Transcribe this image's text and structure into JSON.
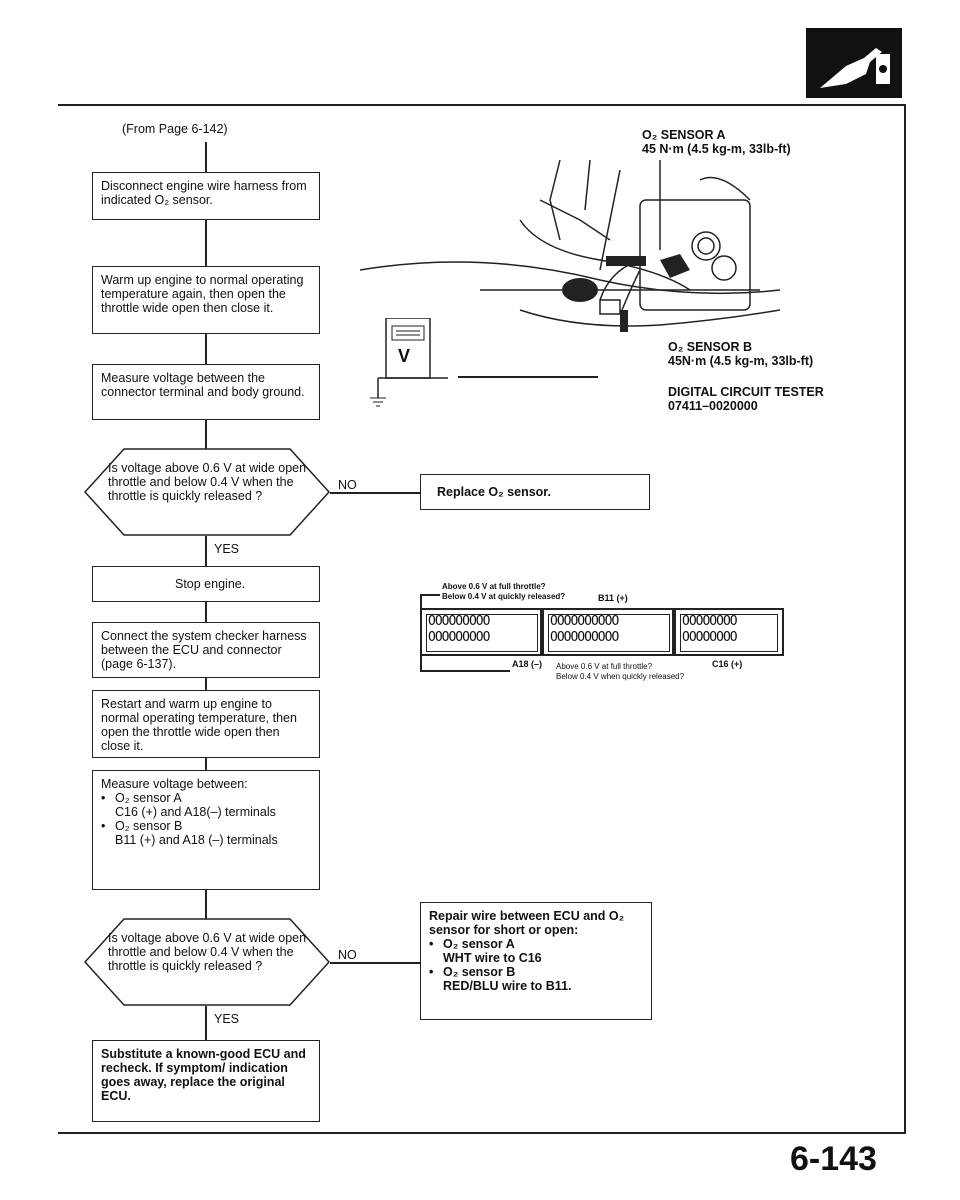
{
  "page": {
    "number": "6-143",
    "from_page": "(From Page 6-142)"
  },
  "flow": {
    "step1": "Disconnect engine wire harness from indicated O₂ sensor.",
    "step2": "Warm up engine to normal operating temperature again, then open the throttle wide open then close it.",
    "step3": "Measure voltage between the connector terminal and body ground.",
    "decision1": "Is voltage above 0.6 V at wide open throttle and below 0.4 V when the throttle is quickly released ?",
    "decision1_no": "NO",
    "decision1_yes": "YES",
    "no_result1": "Replace O₂ sensor.",
    "step4": "Stop engine.",
    "step5": "Connect the system checker harness between the ECU and connector (page 6-137).",
    "step6": "Restart and warm up engine to normal operating temperature, then open the throttle wide open then close it.",
    "step7_title": "Measure voltage between:",
    "step7_items": [
      {
        "head": "O₂ sensor A",
        "sub": "C16 (+) and A18(–) terminals"
      },
      {
        "head": "O₂ sensor B",
        "sub": "B11 (+) and A18 (–) terminals"
      }
    ],
    "decision2": "Is voltage above 0.6 V at wide open throttle and below 0.4 V when the throttle is quickly released ?",
    "decision2_no": "NO",
    "decision2_yes": "YES",
    "no_result2_title": "Repair wire between ECU and O₂ sensor for short or open:",
    "no_result2_items": [
      {
        "head": "O₂ sensor A",
        "sub": "WHT wire to C16"
      },
      {
        "head": "O₂ sensor B",
        "sub": "RED/BLU wire to B11."
      }
    ],
    "final": "Substitute a known-good ECU and recheck. If symptom/ indication goes away, replace the original ECU."
  },
  "illustration": {
    "sensor_a_title": "O₂ SENSOR A",
    "sensor_a_torque": "45 N·m (4.5 kg-m, 33lb-ft)",
    "sensor_b_title": "O₂ SENSOR B",
    "sensor_b_torque": "45N·m (4.5 kg-m, 33lb-ft)",
    "tester_title": "DIGITAL CIRCUIT TESTER",
    "tester_part": "07411–0020000",
    "meter_letter": "V"
  },
  "connector": {
    "top_note1": "Above 0.6 V at full throttle?",
    "top_note2": "Below 0.4 V at quickly released?",
    "b11": "B11 (+)",
    "a18": "A18 (–)",
    "c16": "C16 (+)",
    "bottom_note1": "Above 0.6 V at full throttle?",
    "bottom_note2": "Below 0.4 V when quickly released?",
    "row1_left": "OOOOOOOOO",
    "row1_mid": "OOOOOOOOOO",
    "row1_right": "OOOOOOOO",
    "row2_left": "OOOOOOOOO",
    "row2_mid": "OOOOOOOOOO",
    "row2_right": "OOOOOOOO"
  }
}
